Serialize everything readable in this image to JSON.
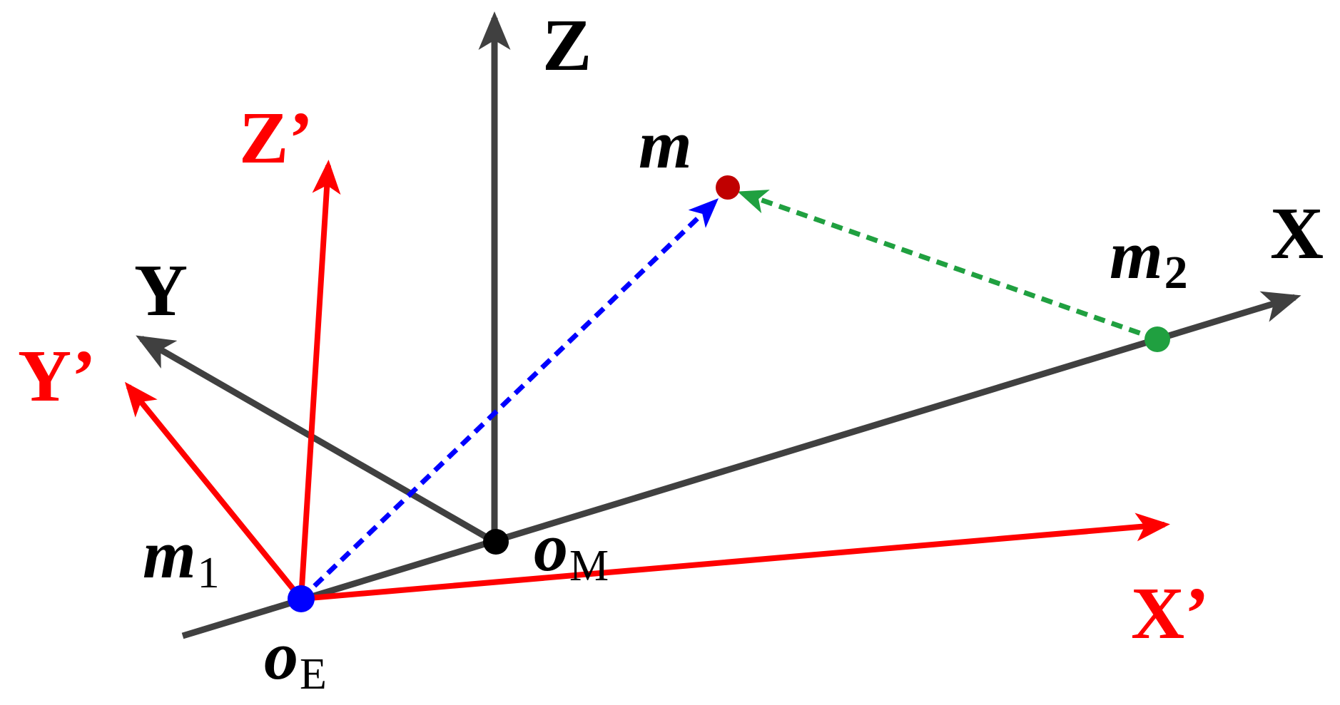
{
  "colors": {
    "world_axes": "#404040",
    "prime_axes": "#ff0000",
    "point_m": "#c00000",
    "point_m2": "#20a040",
    "point_oE": "#0000ff",
    "point_oM": "#000000",
    "vector_oE_to_m": "#0000ff",
    "vector_m2_to_m": "#20a040"
  },
  "labels": {
    "axis_z": "Z",
    "axis_y": "Y",
    "axis_x": "X",
    "axis_z_prime": "Z’",
    "axis_y_prime": "Y’",
    "axis_x_prime": "X’",
    "point_m": "m",
    "point_m2_main": "m",
    "point_m2_sub": "2",
    "point_m1_main": "m",
    "point_m1_sub": "1",
    "origin_m_main": "o",
    "origin_m_sub": "M",
    "origin_e_main": "o",
    "origin_e_sub": "E"
  }
}
